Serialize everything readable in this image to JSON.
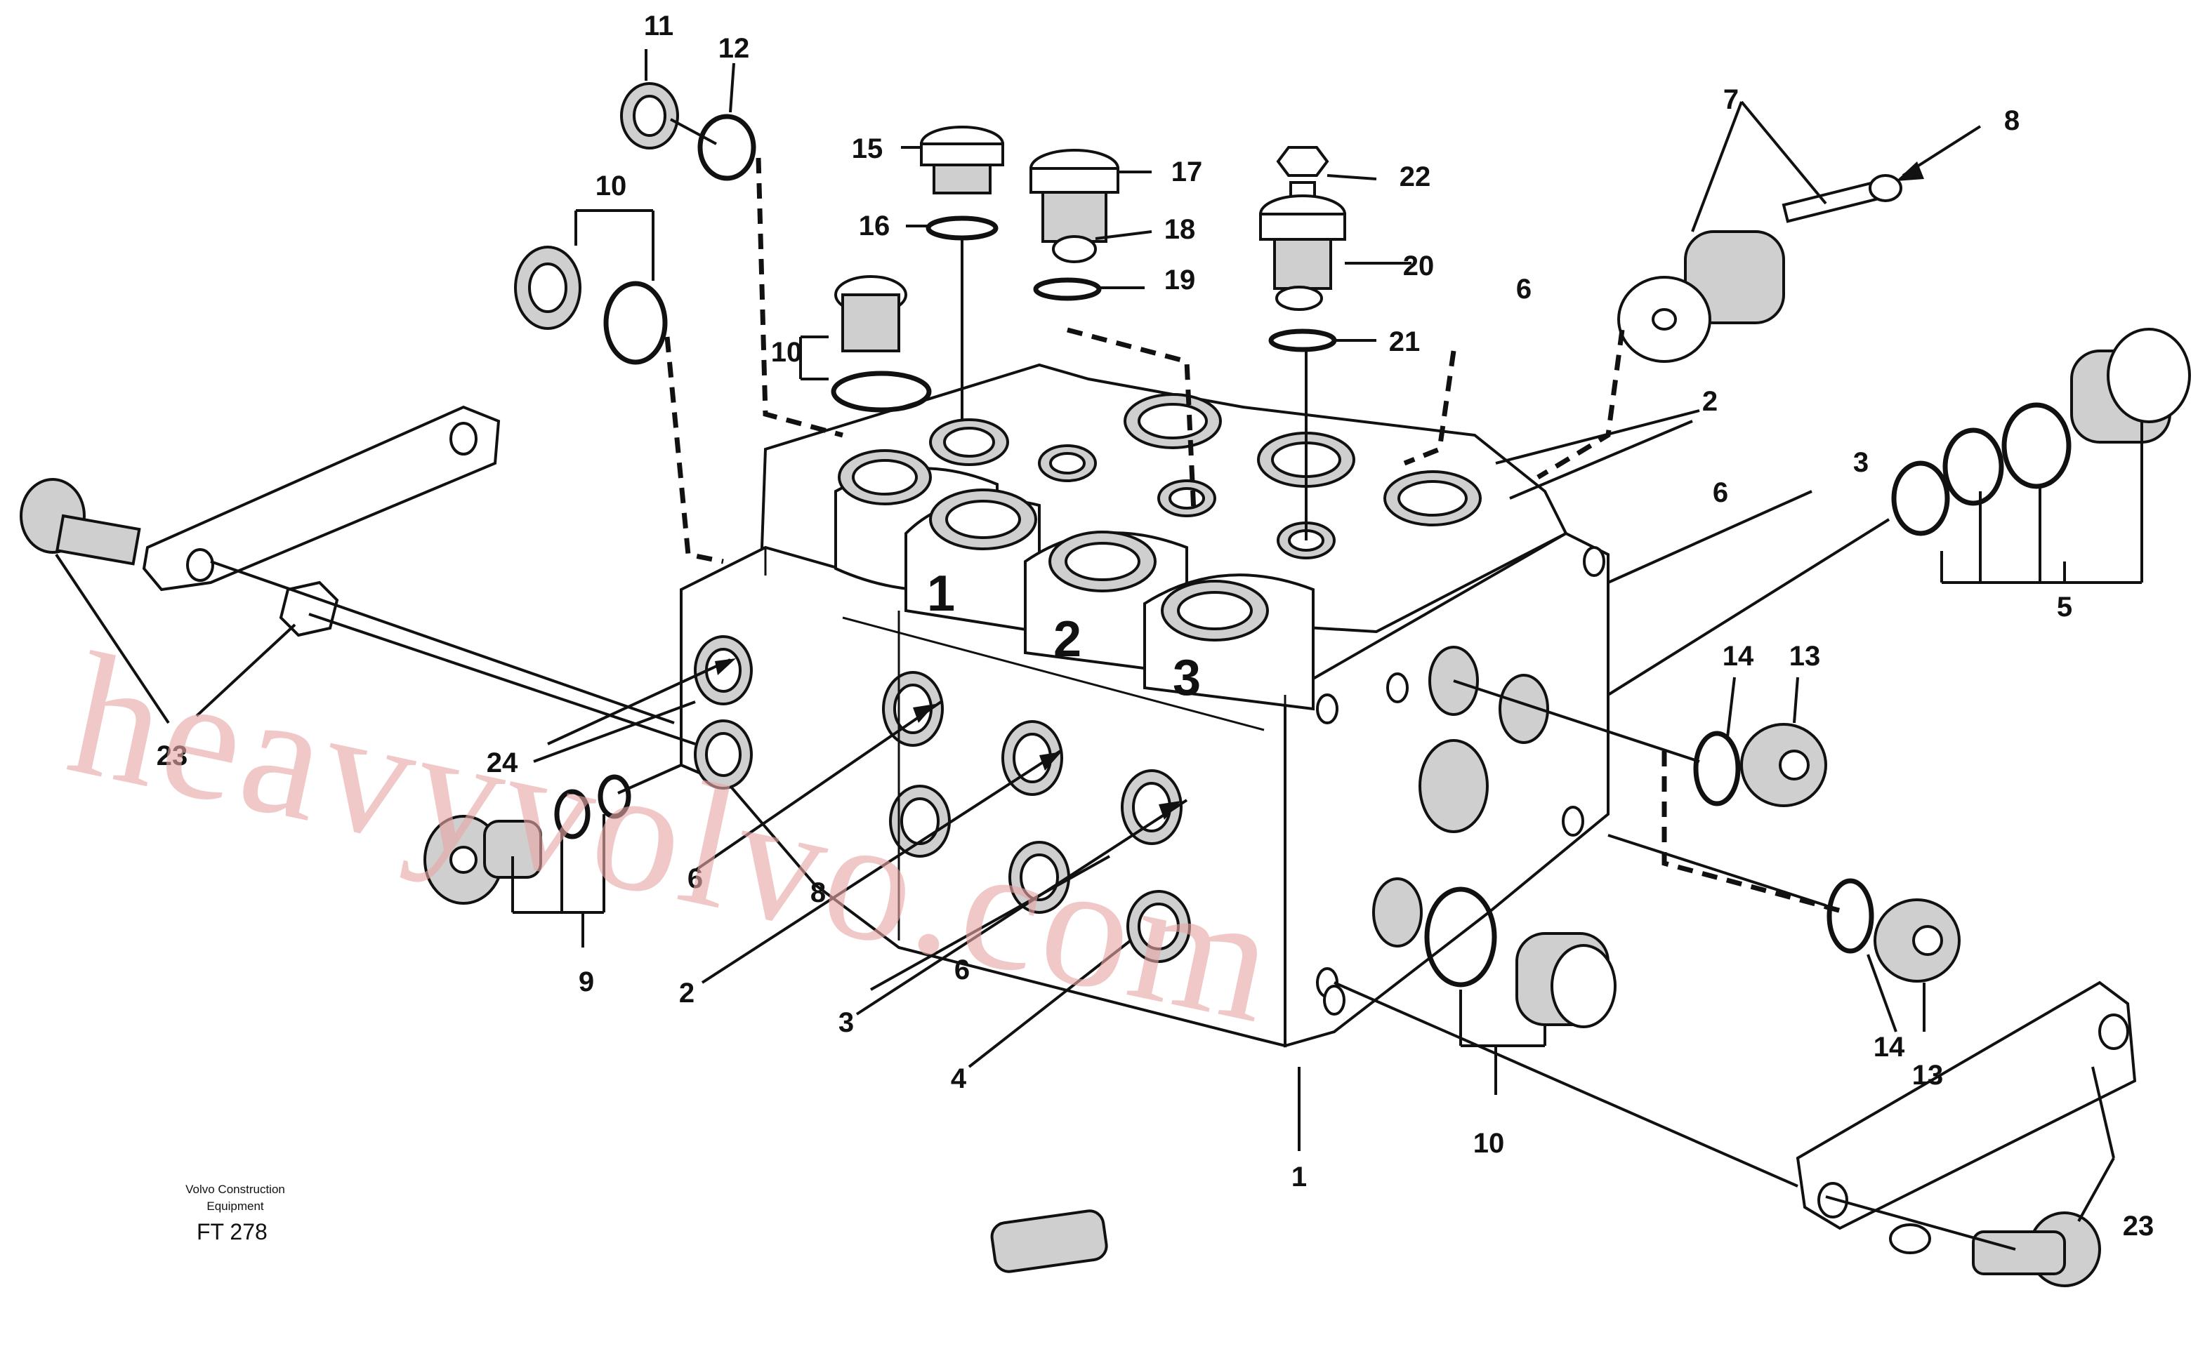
{
  "diagram": {
    "sections": [
      "1",
      "2",
      "3"
    ],
    "callouts": {
      "c11": "11",
      "c12": "12",
      "c15": "15",
      "c16": "16",
      "c17": "17",
      "c18": "18",
      "c19": "19",
      "c22": "22",
      "c20": "20",
      "c21": "21",
      "c7": "7",
      "c8": "8",
      "c6_top": "6",
      "c10_top": "10",
      "c10_mid": "10",
      "c2_right": "2",
      "c6_right": "6",
      "c3_right": "3",
      "c5": "5",
      "c14": "14",
      "c13": "13",
      "c14_low": "14",
      "c13_low": "13",
      "c23_left": "23",
      "c24": "24",
      "c6_left": "6",
      "c9": "9",
      "c8_low": "8",
      "c2_low": "2",
      "c3_low": "3",
      "c6_low": "6",
      "c4": "4",
      "c1": "1",
      "c10_low": "10",
      "c23_right": "23"
    }
  },
  "caption": {
    "line1": "Volvo Construction",
    "line2": "Equipment",
    "code": "FT 278"
  },
  "watermark": "heavyvolvo.com"
}
